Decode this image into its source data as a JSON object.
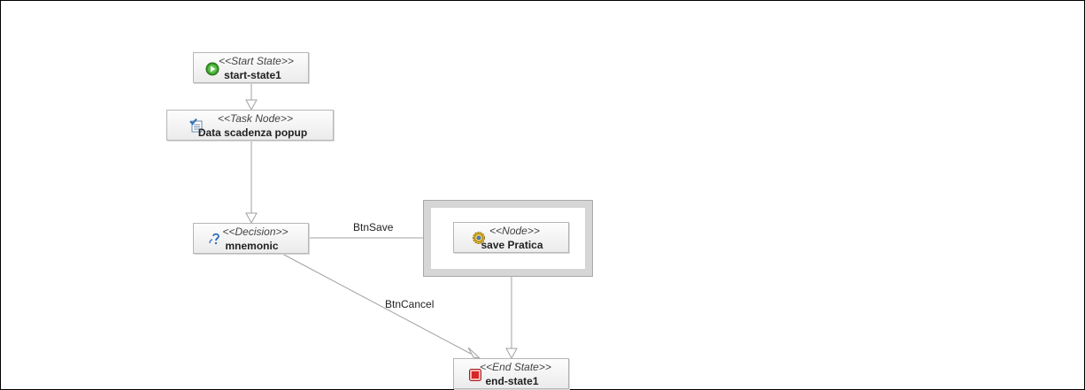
{
  "diagram": {
    "nodes": [
      {
        "id": "start",
        "stereotype": "<<Start State>>",
        "name": "start-state1",
        "icon": "start-state-icon"
      },
      {
        "id": "task",
        "stereotype": "<<Task Node>>",
        "name": "Data scadenza popup",
        "icon": "task-node-icon"
      },
      {
        "id": "decision",
        "stereotype": "<<Decision>>",
        "name": "mnemonic",
        "icon": "decision-icon"
      },
      {
        "id": "save",
        "stereotype": "<<Node>>",
        "name": "save Pratica",
        "icon": "node-gear-icon"
      },
      {
        "id": "end",
        "stereotype": "<<End State>>",
        "name": "end-state1",
        "icon": "end-state-icon"
      }
    ],
    "transitions": [
      {
        "from": "start-state1",
        "to": "Data scadenza popup",
        "label": ""
      },
      {
        "from": "Data scadenza popup",
        "to": "mnemonic",
        "label": ""
      },
      {
        "from": "mnemonic",
        "to": "save Pratica",
        "label": "BtnSave"
      },
      {
        "from": "mnemonic",
        "to": "end-state1",
        "label": "BtnCancel"
      },
      {
        "from": "save Pratica",
        "to": "end-state1",
        "label": ""
      }
    ],
    "selected_node": "save Pratica",
    "colors": {
      "start_icon": "#3a9a2a",
      "task_icon": "#2a6fb8",
      "decision_icon": "#2a6fb8",
      "node_icon": "#d9a520",
      "end_icon": "#d62828",
      "edge": "#999999"
    }
  }
}
